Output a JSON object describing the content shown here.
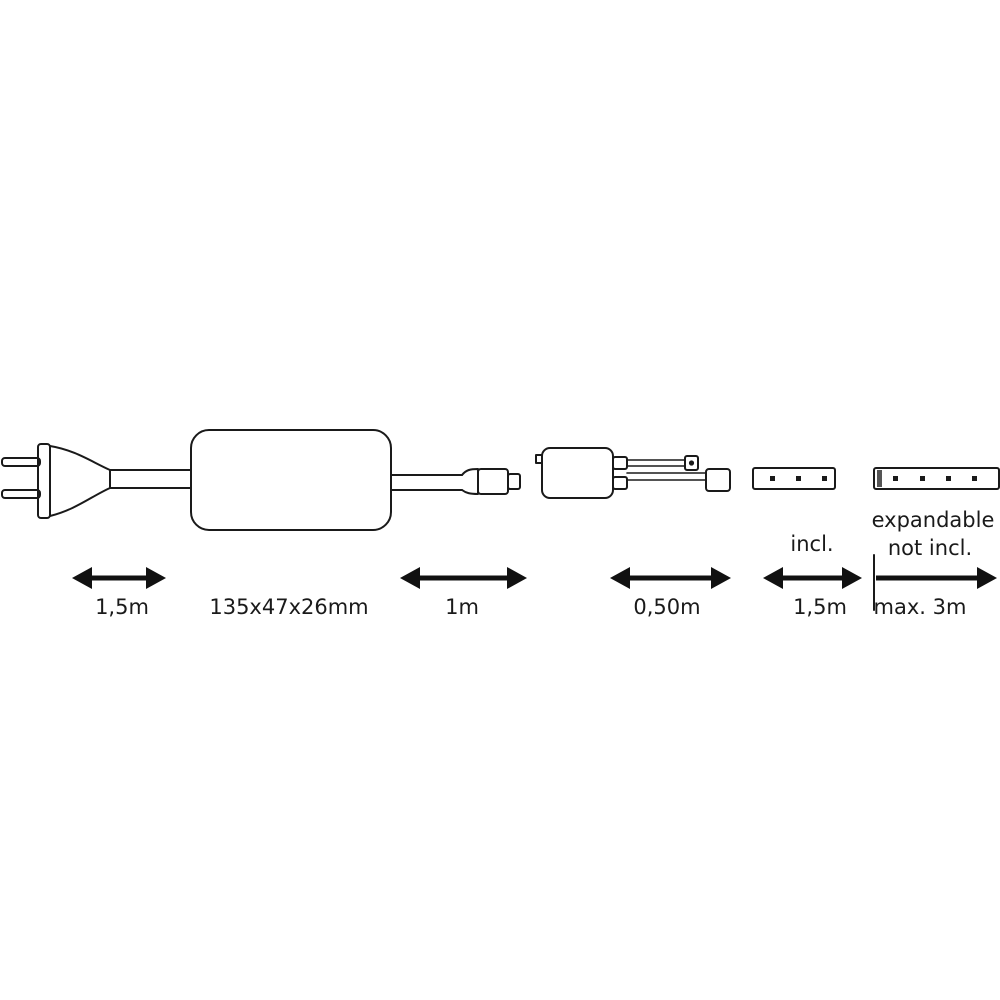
{
  "components": {
    "plug": "plug",
    "power_supply": "power supply",
    "plug_connector": "plug connector",
    "controller": "controller",
    "strip_included": "led strip",
    "strip_extension": "led strip"
  },
  "dimensions": [
    {
      "id": "cable",
      "label": "1,5m"
    },
    {
      "id": "power-supply",
      "label": "135x47x26mm"
    },
    {
      "id": "output-cable",
      "label": "1m"
    },
    {
      "id": "controller-cable",
      "label": "0,50m"
    },
    {
      "id": "strip",
      "label": "1,5m",
      "note": "incl."
    },
    {
      "id": "extension",
      "label": "max. 3m",
      "note_line1": "expandable",
      "note_line2": "not incl."
    }
  ]
}
